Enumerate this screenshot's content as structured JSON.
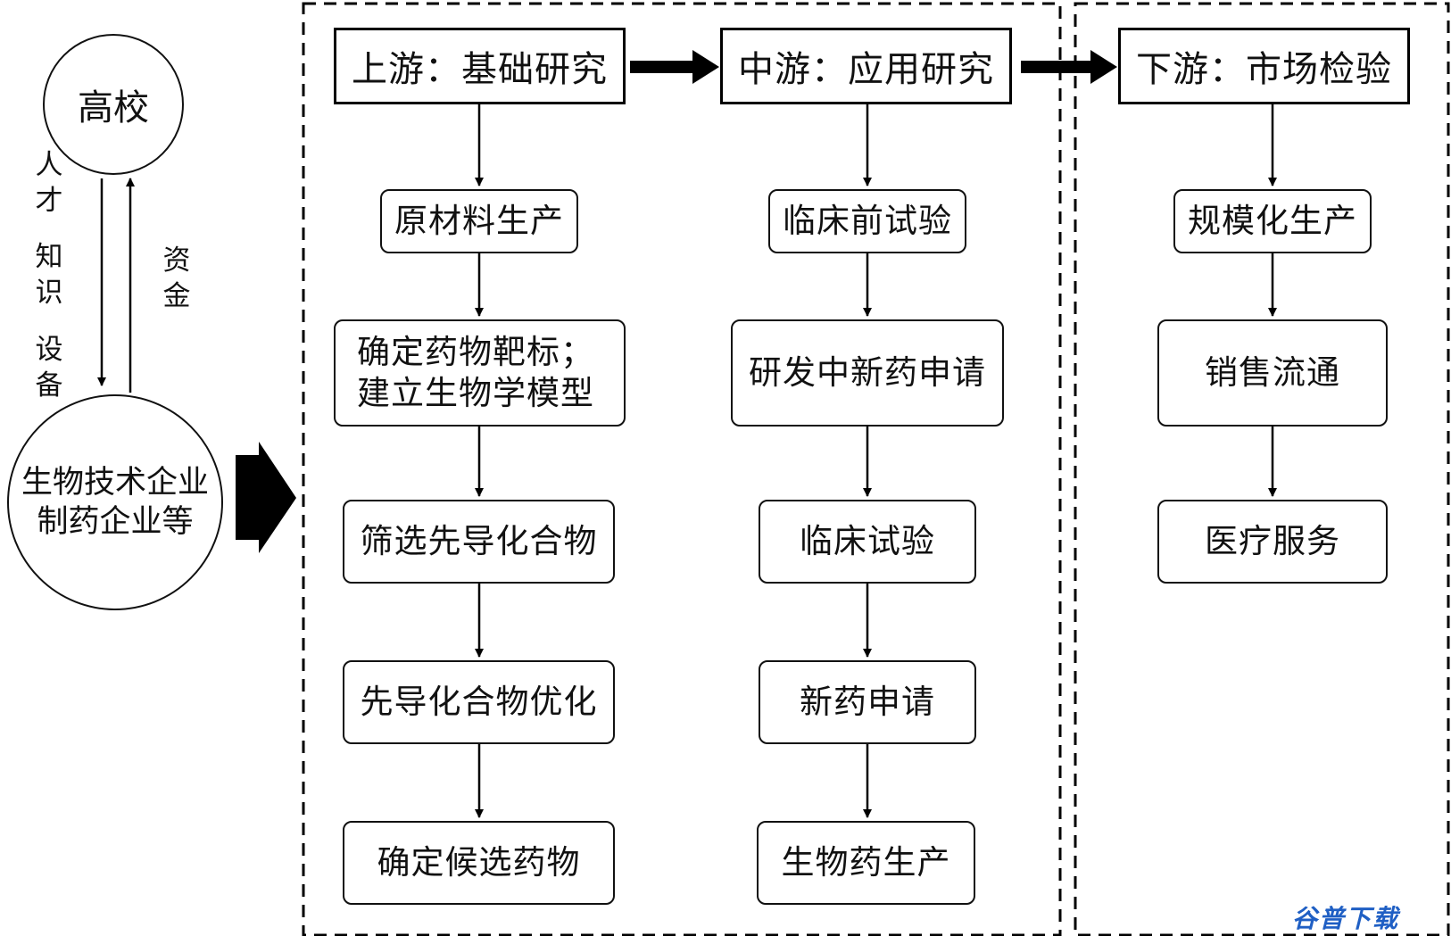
{
  "left": {
    "university": "高校",
    "enterprise_line1": "生物技术企业",
    "enterprise_line2": "制药企业等",
    "down_label_1": "人才",
    "down_label_2": "知识",
    "down_label_3": "设备",
    "up_label": "资金"
  },
  "stages": {
    "upstream": "上游：基础研究",
    "midstream": "中游：应用研究",
    "downstream": "下游：市场检验"
  },
  "upstream_steps": [
    "原材料生产",
    "确定药物靶标；",
    "建立生物学模型",
    "筛选先导化合物",
    "先导化合物优化",
    "确定候选药物"
  ],
  "midstream_steps": [
    "临床前试验",
    "研发中新药申请",
    "临床试验",
    "新药申请",
    "生物药生产"
  ],
  "downstream_steps": [
    "规模化生产",
    "销售流通",
    "医疗服务"
  ],
  "watermark": "谷普下载"
}
